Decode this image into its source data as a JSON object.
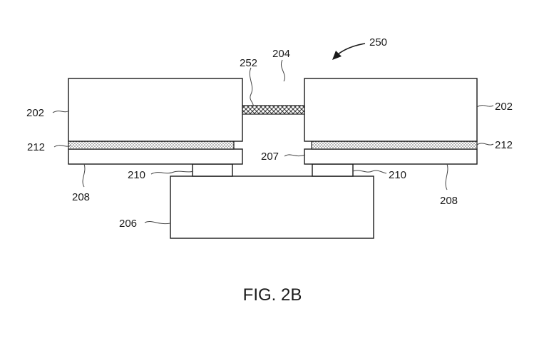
{
  "figure": {
    "caption": "FIG. 2B",
    "labels": {
      "assembly": "250",
      "gap": "204",
      "bridge": "252",
      "die_left": "202",
      "die_right": "202",
      "adhesive_left": "212",
      "adhesive_right": "212",
      "plate_left": "208",
      "plate_right": "208",
      "gap_207": "207",
      "bump_left": "210",
      "bump_right": "210",
      "substrate": "206"
    }
  }
}
